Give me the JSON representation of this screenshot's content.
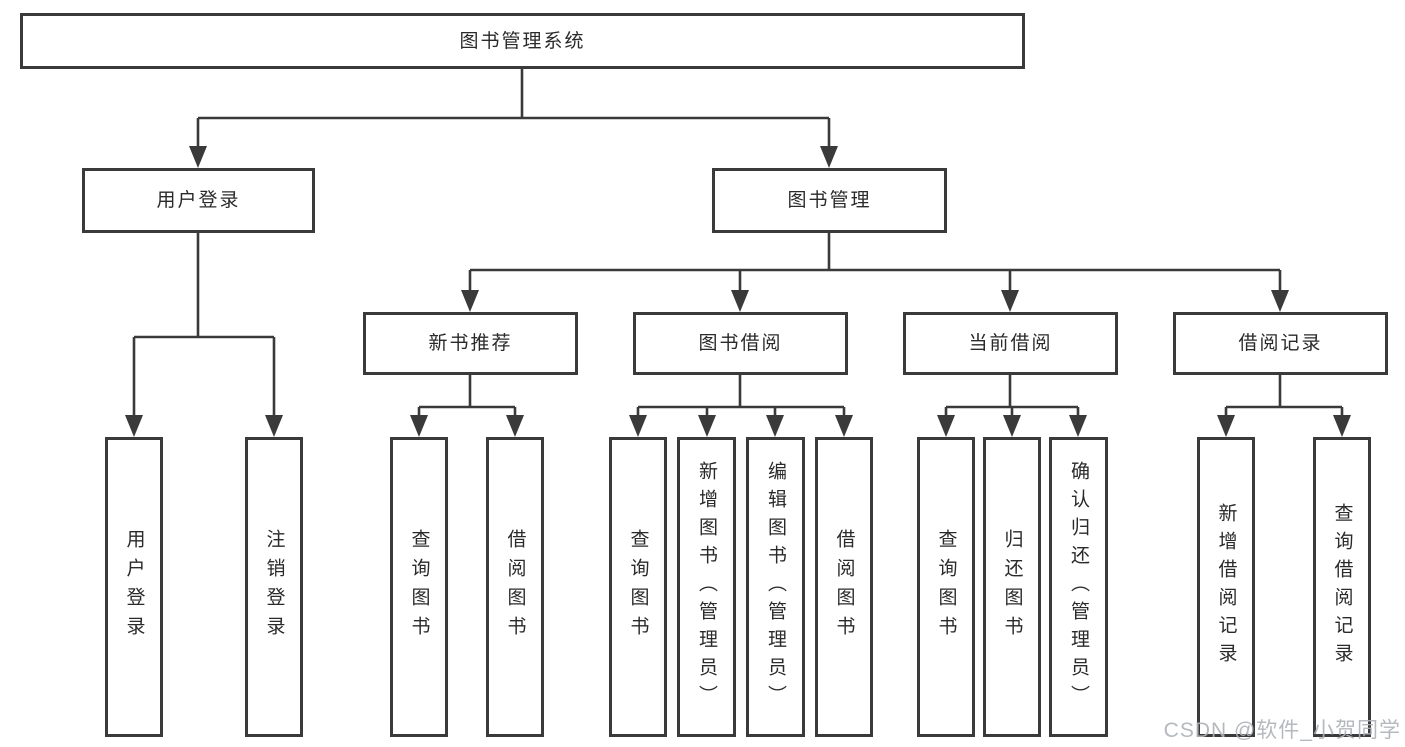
{
  "page": {
    "background": "#ffffff",
    "line_color": "#3a3a3a",
    "box_border_color": "#3a3a3a",
    "box_fill": "#ffffff",
    "text_color": "#2a2a2a"
  },
  "watermark": {
    "text": "CSDN @软件_小贺同学",
    "color": "#aeb3b8"
  },
  "diagram": {
    "root": {
      "label": "图书管理系统"
    },
    "branches": [
      {
        "label": "用户登录",
        "children": [
          {
            "label": "用户登录"
          },
          {
            "label": "注销登录"
          }
        ]
      },
      {
        "label": "图书管理",
        "children": [
          {
            "label": "新书推荐",
            "children": [
              {
                "label": "查询图书"
              },
              {
                "label": "借阅图书"
              }
            ]
          },
          {
            "label": "图书借阅",
            "children": [
              {
                "label": "查询图书"
              },
              {
                "label": "新增图书（管理员）"
              },
              {
                "label": "编辑图书（管理员）"
              },
              {
                "label": "借阅图书"
              }
            ]
          },
          {
            "label": "当前借阅",
            "children": [
              {
                "label": "查询图书"
              },
              {
                "label": "归还图书"
              },
              {
                "label": "确认归还（管理员）"
              }
            ]
          },
          {
            "label": "借阅记录",
            "children": [
              {
                "label": "新增借阅记录"
              },
              {
                "label": "查询借阅记录"
              }
            ]
          }
        ]
      }
    ]
  }
}
